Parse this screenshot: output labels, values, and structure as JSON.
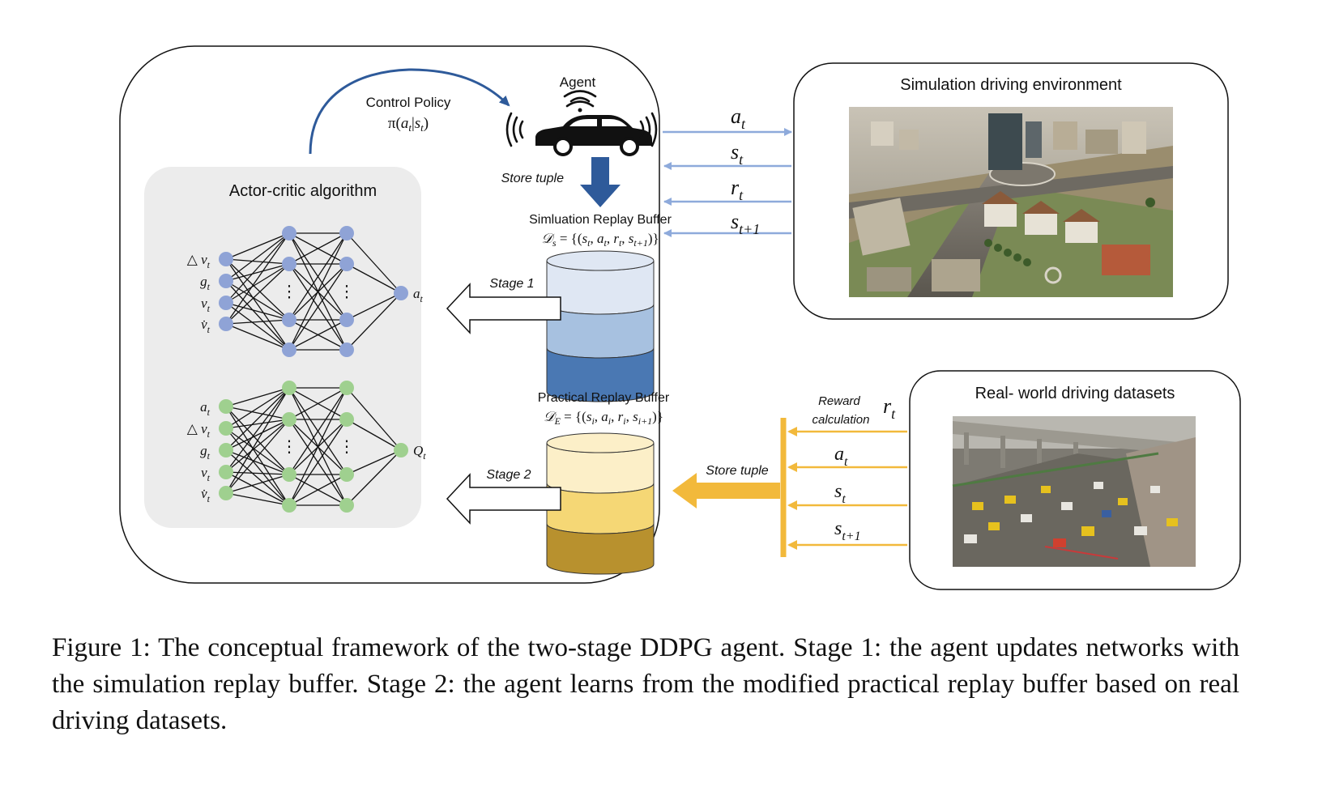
{
  "agent": {
    "title": "Agent",
    "control_policy": "Control Policy",
    "policy_formula": "π(a_t|s_t)",
    "store_tuple": "Store tuple"
  },
  "actor_critic": {
    "title": "Actor-critic algorithm",
    "actor_inputs": [
      "△ v_t",
      "g_t",
      "v_t",
      "v̇_t"
    ],
    "actor_output": "a_t",
    "critic_inputs": [
      "a_t",
      "△ v_t",
      "g_t",
      "v_t",
      "v̇_t"
    ],
    "critic_output": "Q_t",
    "ellipsis": "⋮"
  },
  "sim_buffer": {
    "title": "Simluation Replay Buffer",
    "formula": "𝒟_s = {(s_t, a_t, r_t, s_{t+1})}",
    "colors": [
      "#dfe7f3",
      "#a7c1e0",
      "#4a78b3"
    ]
  },
  "practical_buffer": {
    "title": "Practical Replay Buffer",
    "formula": "𝒟_E = {(s_i, a_i, r_i, s_{i+1})}",
    "colors": [
      "#fcefc8",
      "#f5d775",
      "#b8912e"
    ]
  },
  "stages": {
    "stage1": "Stage 1",
    "stage2": "Stage 2"
  },
  "simulation_env": {
    "title": "Simulation driving environment",
    "signals": [
      "a_t",
      "s_t",
      "r_t",
      "s_{t+1}"
    ]
  },
  "real_world": {
    "title": "Real- world driving datasets",
    "reward_label": "Reward calculation",
    "reward_symbol": "r_t",
    "store_tuple": "Store tuple",
    "signals": [
      "a_t",
      "s_t",
      "s_{t+1}"
    ]
  },
  "colors": {
    "actor_node": "#8fa3d6",
    "critic_node": "#9fd08f",
    "sim_arrow": "#8eaadb",
    "real_arrow": "#f2b93b",
    "agent_arrow": "#2e5a9a",
    "panel_gray": "#ececec"
  },
  "caption": "Figure 1: The conceptual framework of the two-stage DDPG agent. Stage 1: the agent updates networks with the simulation replay buffer. Stage 2: the agent learns from the modified practical replay buffer based on real driving datasets."
}
